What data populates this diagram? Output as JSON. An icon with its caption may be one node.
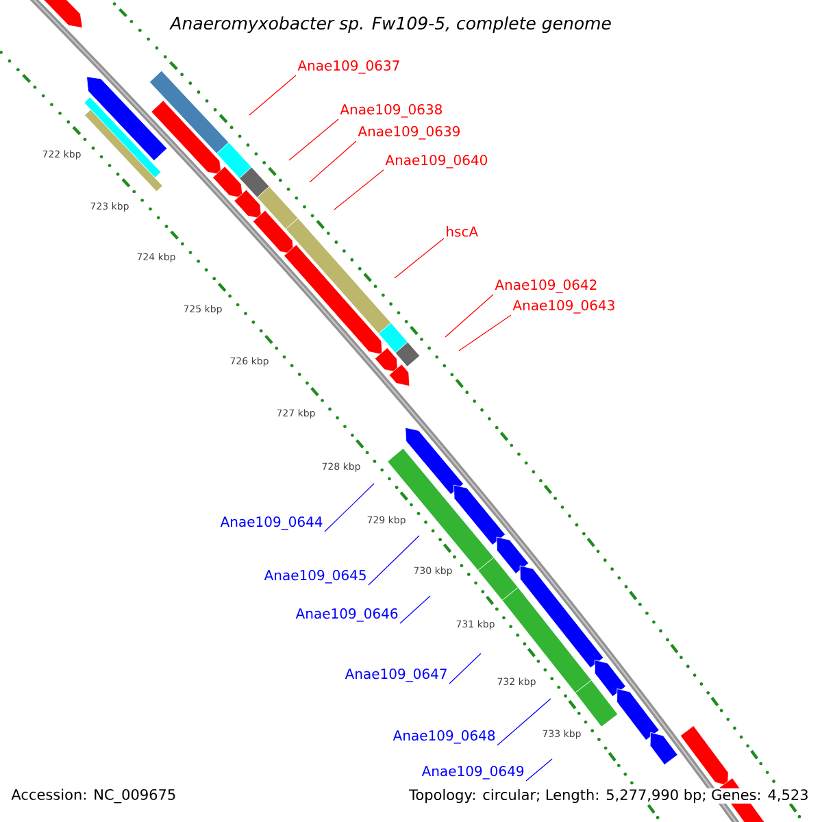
{
  "diagram": {
    "title": "Anaeromyxobacter sp. Fw109-5, complete genome",
    "nodes": [
      {
        "text": [
          "Anae109_0637"
        ]
      },
      {
        "text": [
          "Anae109_0638"
        ]
      },
      {
        "text": [
          "Anae109_0639"
        ]
      },
      {
        "text": [
          "Anae109_0640"
        ]
      },
      {
        "text": [
          "hscA"
        ]
      },
      {
        "text": [
          "Anae109_0642"
        ]
      },
      {
        "text": [
          "Anae109_0643"
        ]
      },
      {
        "text": [
          "Anae109_0644"
        ]
      },
      {
        "text": [
          "Anae109_0645"
        ]
      },
      {
        "text": [
          "Anae109_0646"
        ]
      },
      {
        "text": [
          "Anae109_0647"
        ]
      },
      {
        "text": [
          "Anae109_0648"
        ]
      },
      {
        "text": [
          "Anae109_0649"
        ]
      }
    ],
    "edges": [
      {
        "from": 0,
        "to": null,
        "arrow": "none"
      },
      {
        "from": 1,
        "to": null,
        "arrow": "none"
      },
      {
        "from": 2,
        "to": null,
        "arrow": "none"
      },
      {
        "from": 3,
        "to": null,
        "arrow": "none"
      },
      {
        "from": 4,
        "to": null,
        "arrow": "none"
      },
      {
        "from": 5,
        "to": null,
        "arrow": "none"
      },
      {
        "from": 6,
        "to": null,
        "arrow": "none"
      },
      {
        "from": 7,
        "to": null,
        "arrow": "none",
        "color": "#0000ff"
      },
      {
        "from": 8,
        "to": null,
        "arrow": "none",
        "color": "#0000ff"
      },
      {
        "from": 9,
        "to": null,
        "arrow": "none",
        "color": "#0000ff"
      },
      {
        "from": 10,
        "to": null,
        "arrow": "none",
        "color": "#0000ff"
      },
      {
        "from": 11,
        "to": null,
        "arrow": "none",
        "color": "#0000ff"
      },
      {
        "from": 12,
        "to": null,
        "arrow": "none",
        "color": "#0000ff"
      }
    ],
    "labels": [
      "722 kbp",
      "723 kbp",
      "724 kbp",
      "725 kbp",
      "726 kbp",
      "727 kbp",
      "728 kbp",
      "729 kbp",
      "730 kbp",
      "731 kbp",
      "732 kbp",
      "733 kbp",
      "Accession: NC_009675",
      "Topology: circular; Length: 5,277,990 bp; Genes: 4,523"
    ]
  }
}
